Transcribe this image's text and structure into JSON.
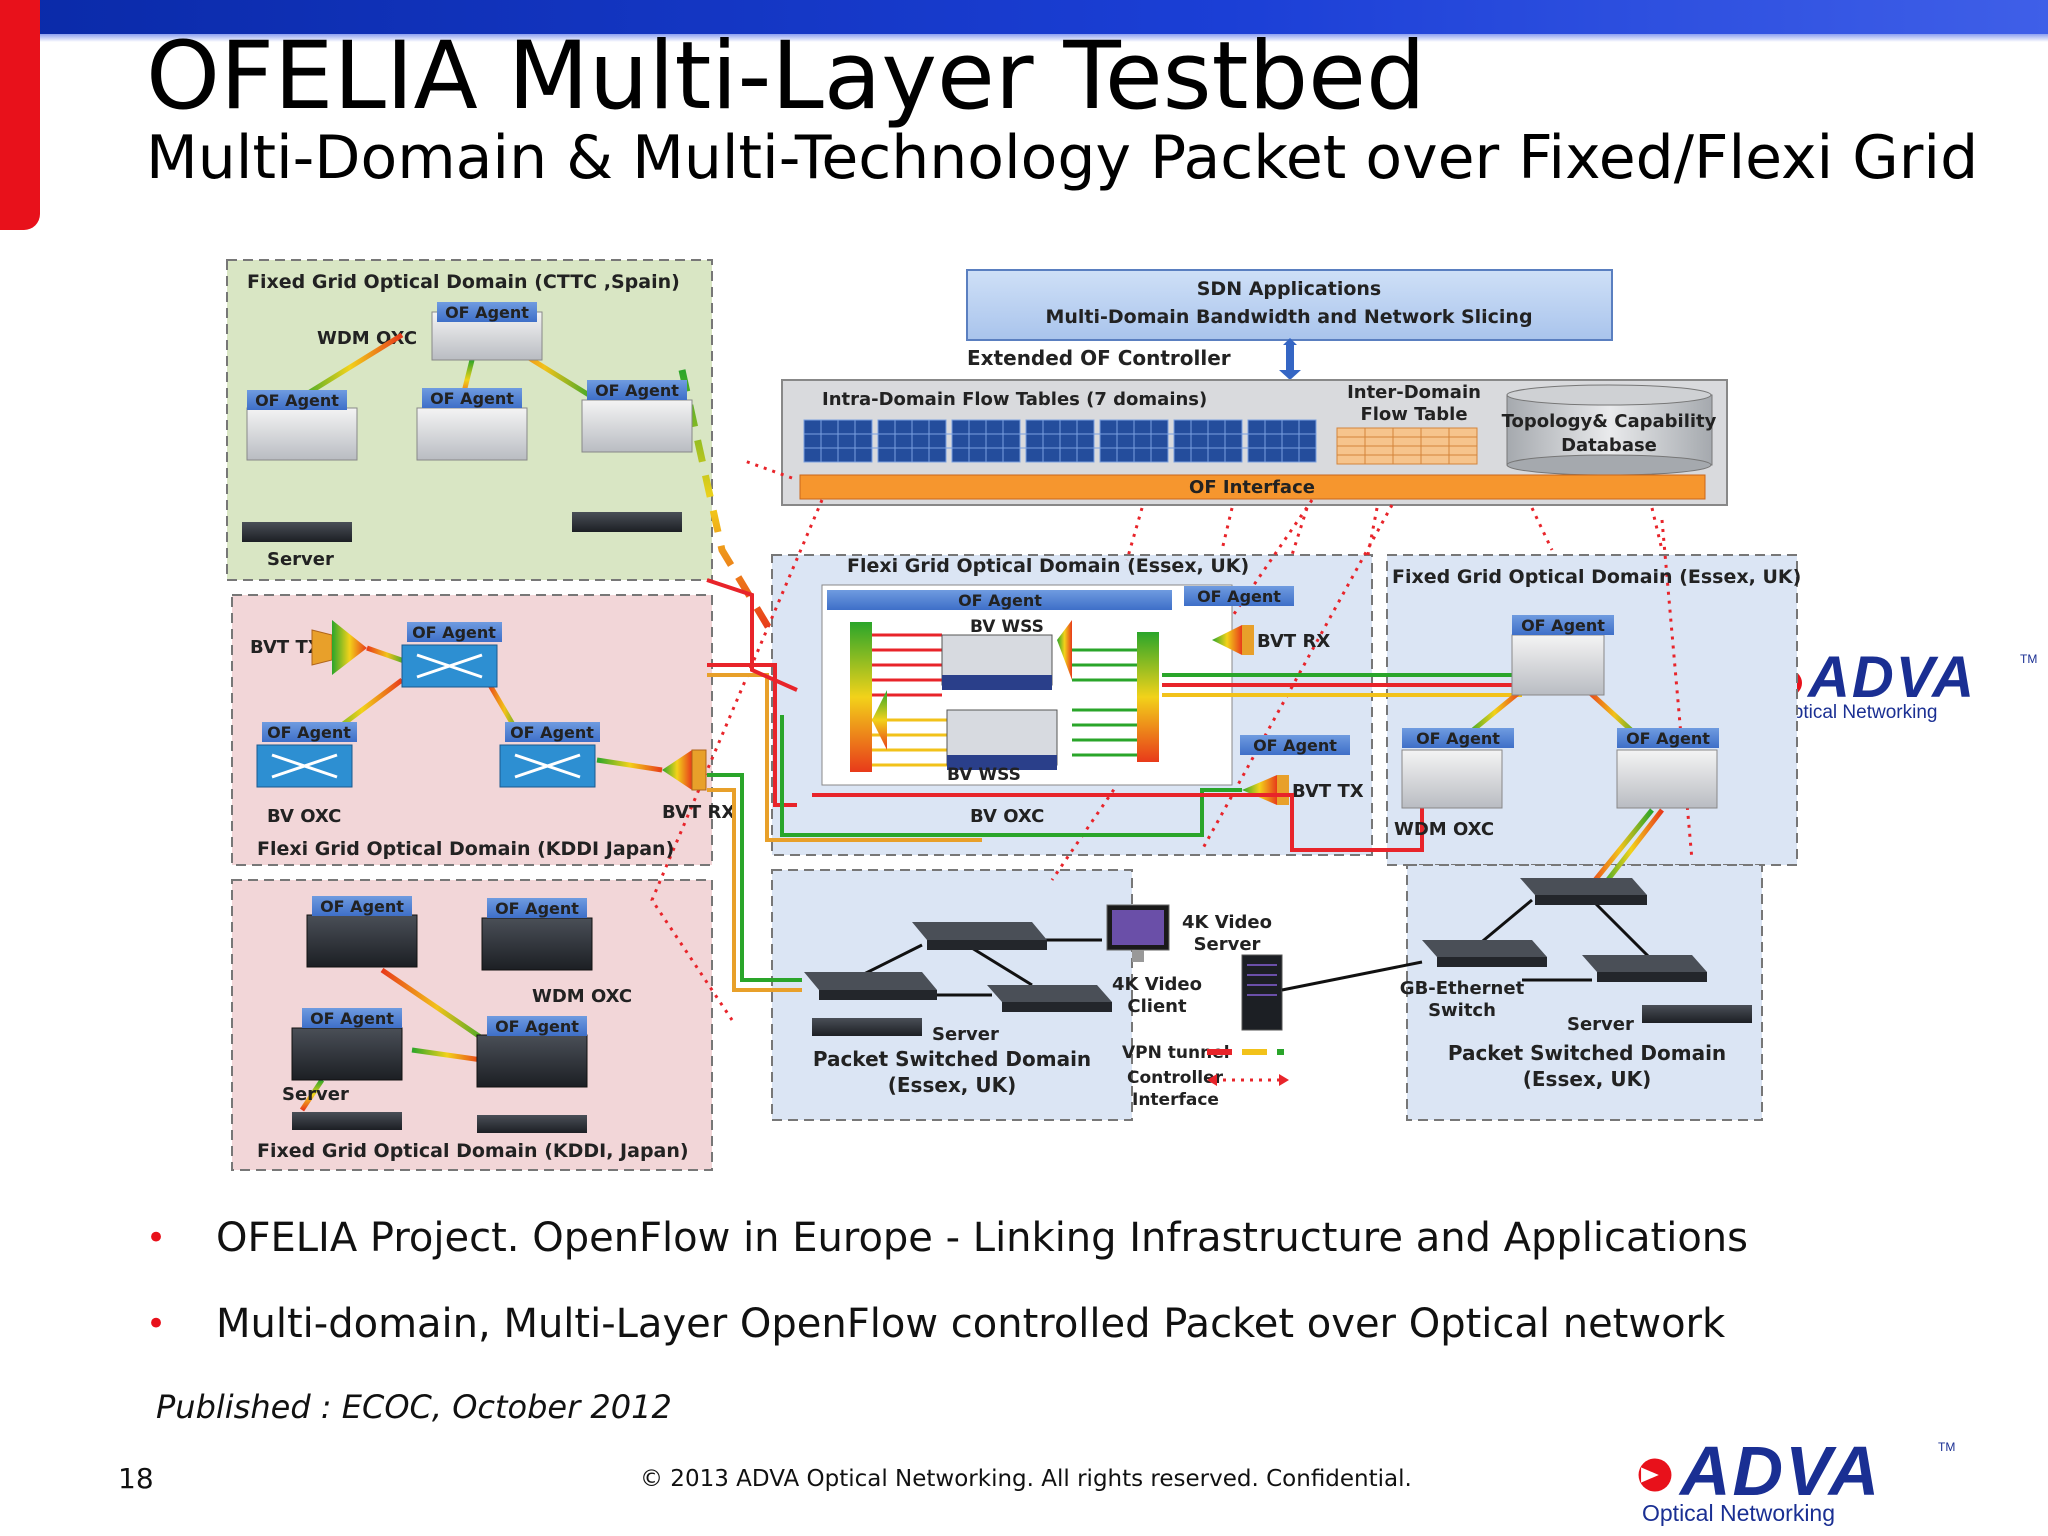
{
  "slide": {
    "title": "OFELIA Multi-Layer Testbed",
    "subtitle": "Multi-Domain & Multi-Technology Packet over Fixed/Flexi Grid",
    "bullets": [
      "OFELIA  Project.  OpenFlow in Europe - Linking Infrastructure and Applications",
      "Multi-domain, Multi-Layer OpenFlow controlled Packet over Optical network"
    ],
    "bullet_symbol": "•",
    "published": "Published : ECOC, October 2012",
    "page_number": "18",
    "footer": "© 2013 ADVA Optical Networking. All rights reserved. Confidential."
  },
  "logo": {
    "word": "ADVA",
    "tagline": "Optical Networking",
    "tm": "TM",
    "color": "#1a2f93"
  },
  "diagram": {
    "controller": {
      "sdn_line1": "SDN Applications",
      "sdn_line2": "Multi-Domain Bandwidth and Network Slicing",
      "extended": "Extended OF Controller",
      "intra": "Intra-Domain Flow Tables (7 domains)",
      "inter_line1": "Inter-Domain",
      "inter_line2": "Flow Table",
      "topo_line1": "Topology& Capability",
      "topo_line2": "Database",
      "of_interface": "OF Interface"
    },
    "agent_label": "OF Agent",
    "cttc": {
      "title": "Fixed Grid Optical  Domain (CTTC ,Spain)",
      "wdm": "WDM OXC",
      "server": "Server"
    },
    "kddi_flexi": {
      "title": "Flexi Grid Optical  Domain (KDDI  Japan)",
      "bvt_tx": "BVT TX",
      "bvt_rx": "BVT RX",
      "bv_oxc": "BV OXC"
    },
    "kddi_fixed": {
      "title": "Fixed Grid Optical  Domain (KDDI, Japan)",
      "wdm": "WDM OXC",
      "server": "Server"
    },
    "essex_flexi": {
      "title": "Flexi Grid Optical  Domain (Essex, UK)",
      "bv_wss": "BV WSS",
      "bvt_rx": "BVT RX",
      "bvt_tx": "BVT TX",
      "bv_oxc": "BV OXC"
    },
    "essex_fixed": {
      "title": "Fixed Grid Optical  Domain (Essex, UK)",
      "wdm": "WDM OXC"
    },
    "packet_left": {
      "server": "Server",
      "line1": "Packet Switched Domain",
      "line2": "(Essex, UK)"
    },
    "packet_right": {
      "switch_line1": "GB-Ethernet",
      "switch_line2": "Switch",
      "server": "Server",
      "line1": "Packet Switched Domain",
      "line2": "(Essex, UK)"
    },
    "video": {
      "server_line1": "4K Video",
      "server_line2": "Server",
      "client_line1": "4K Video",
      "client_line2": "Client"
    },
    "legend": {
      "vpn": "VPN tunnel",
      "ctrl_line1": "Controller",
      "ctrl_line2": "Interface"
    }
  }
}
